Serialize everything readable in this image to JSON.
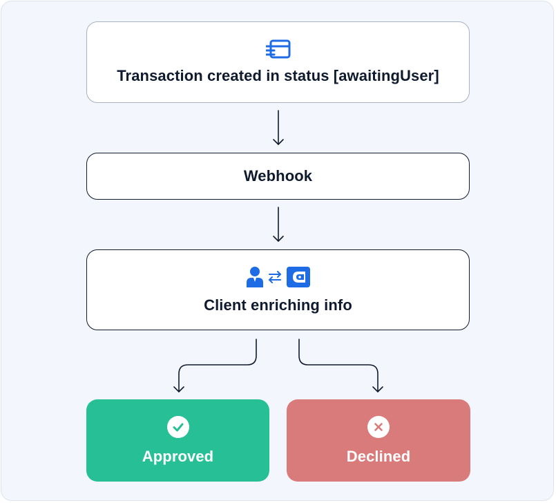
{
  "flow": {
    "step_created": {
      "label": "Transaction created in status [awaitingUser]",
      "icon": "card-icon"
    },
    "step_webhook": {
      "label": "Webhook"
    },
    "step_client": {
      "label": "Client enriching info",
      "icons": [
        "user-icon",
        "swap-arrows-icon",
        "wallet-icon"
      ]
    },
    "outcome_approved": {
      "label": "Approved",
      "icon": "check-circle-icon"
    },
    "outcome_declined": {
      "label": "Declined",
      "icon": "x-circle-icon"
    }
  },
  "colors": {
    "accent_blue": "#1e6be6",
    "approved": "#27c096",
    "declined": "#d97b7b",
    "text_dark": "#0f1a2e",
    "background": "#f3f6fc"
  }
}
